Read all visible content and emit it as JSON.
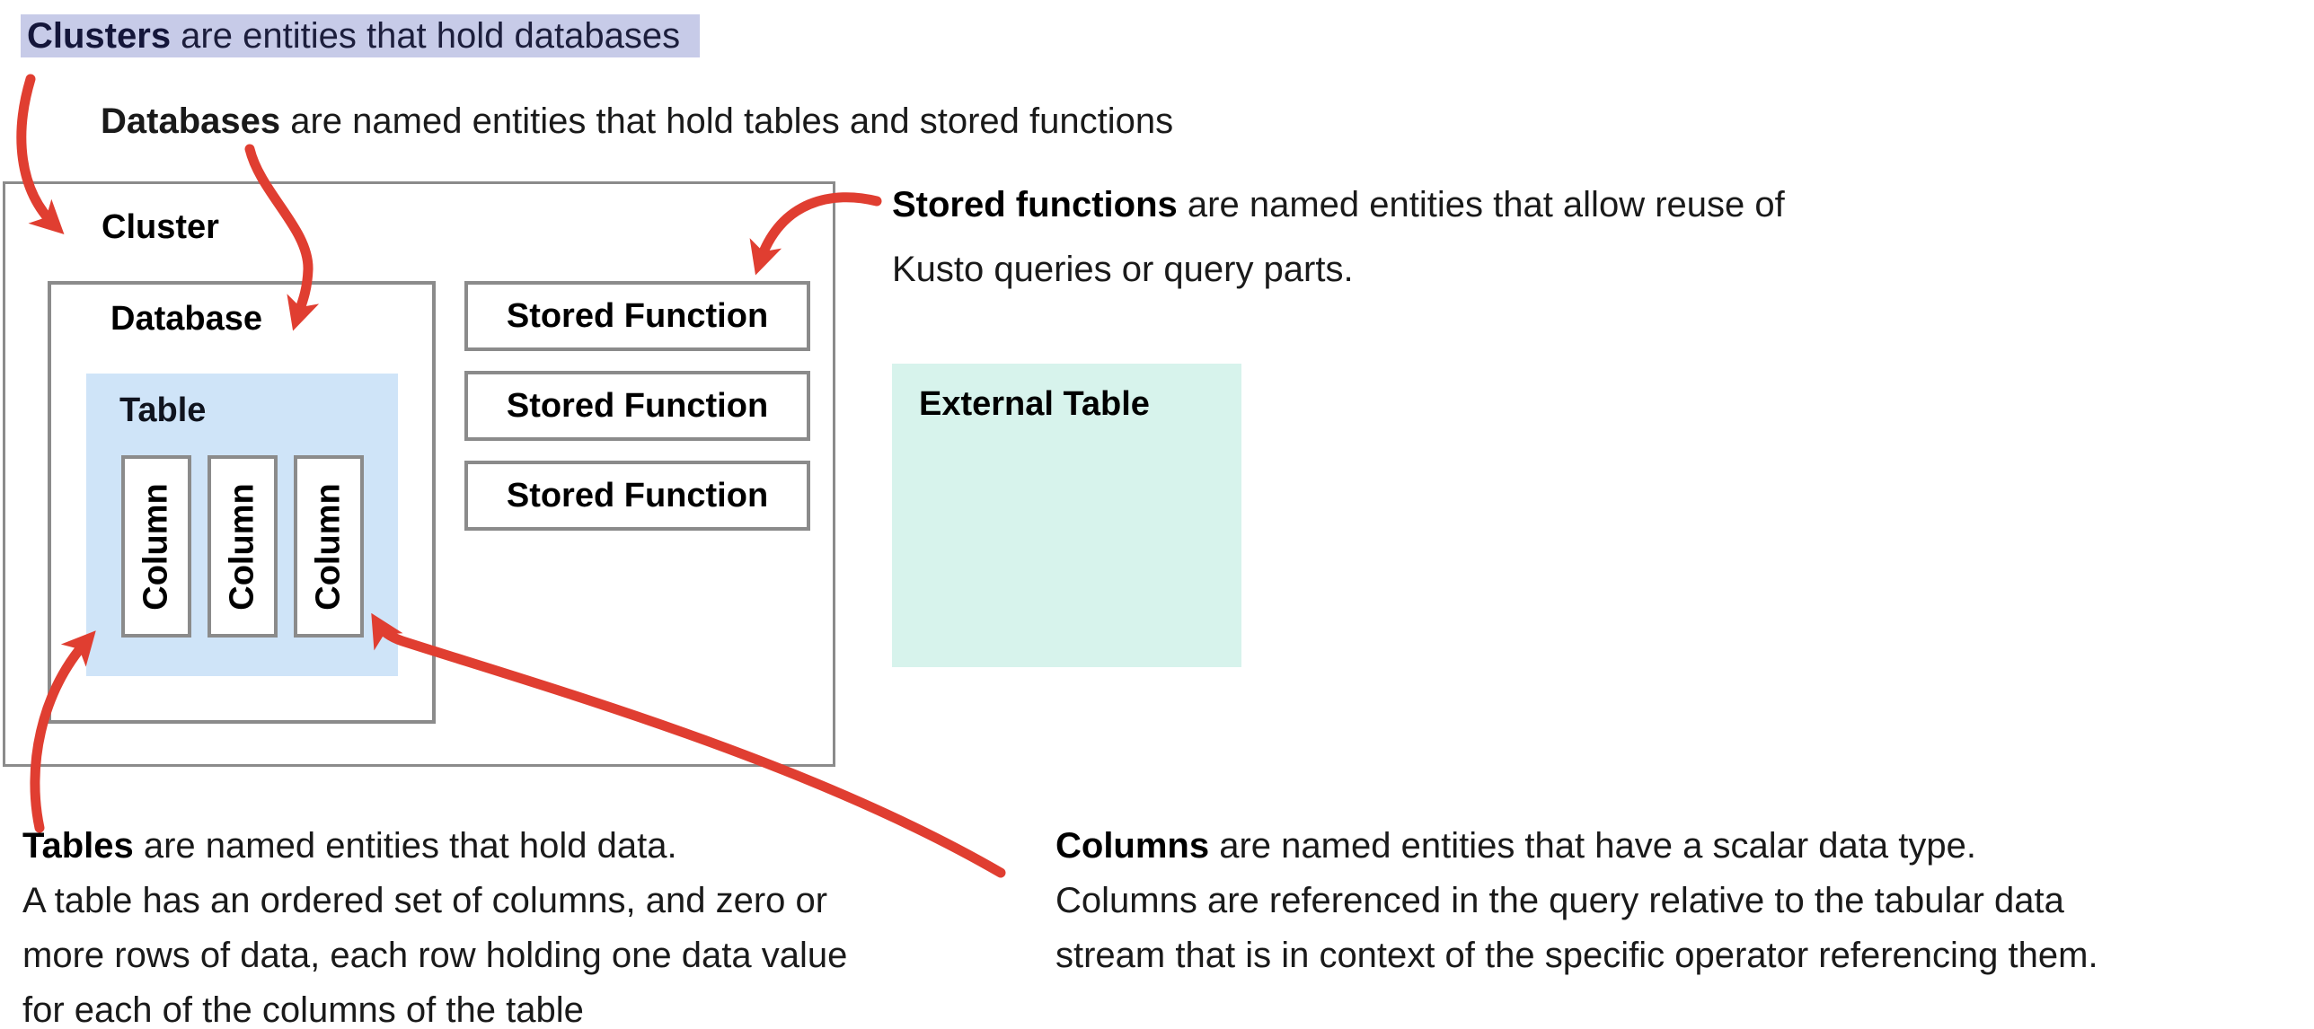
{
  "colors": {
    "arrow_red": "#e03e31",
    "border_gray": "#8b8b8b",
    "table_fill": "#cfe4f8",
    "external_table_fill": "#d7f3ec",
    "highlight_fill": "#c7cbe8",
    "highlight_text": "#1c1e3c",
    "body_text": "#1a1a1a"
  },
  "annotations": {
    "clusters": {
      "bold": "Clusters",
      "rest": " are entities that hold databases"
    },
    "databases": {
      "bold": "Databases",
      "rest": " are named entities that hold tables and stored functions"
    },
    "stored_functions": {
      "bold": "Stored functions",
      "rest": " are named entities that allow reuse of",
      "lines": [
        "Kusto queries or query parts."
      ]
    },
    "tables": {
      "bold": "Tables",
      "rest": " are named entities that hold data.",
      "lines": [
        "A table has an ordered set of columns, and zero or",
        "more rows of data, each row holding one data value",
        "for each of the columns of the table"
      ]
    },
    "columns": {
      "bold": "Columns",
      "rest": " are named entities that have a scalar data type.",
      "lines": [
        "Columns are referenced in the query relative to the tabular data",
        "stream that is in context of the specific operator referencing them."
      ]
    }
  },
  "diagram": {
    "cluster_label": "Cluster",
    "database_label": "Database",
    "table_label": "Table",
    "column_labels": [
      "Column",
      "Column",
      "Column"
    ],
    "stored_function_labels": [
      "Stored Function",
      "Stored Function",
      "Stored Function"
    ],
    "external_table_label": "External Table"
  }
}
